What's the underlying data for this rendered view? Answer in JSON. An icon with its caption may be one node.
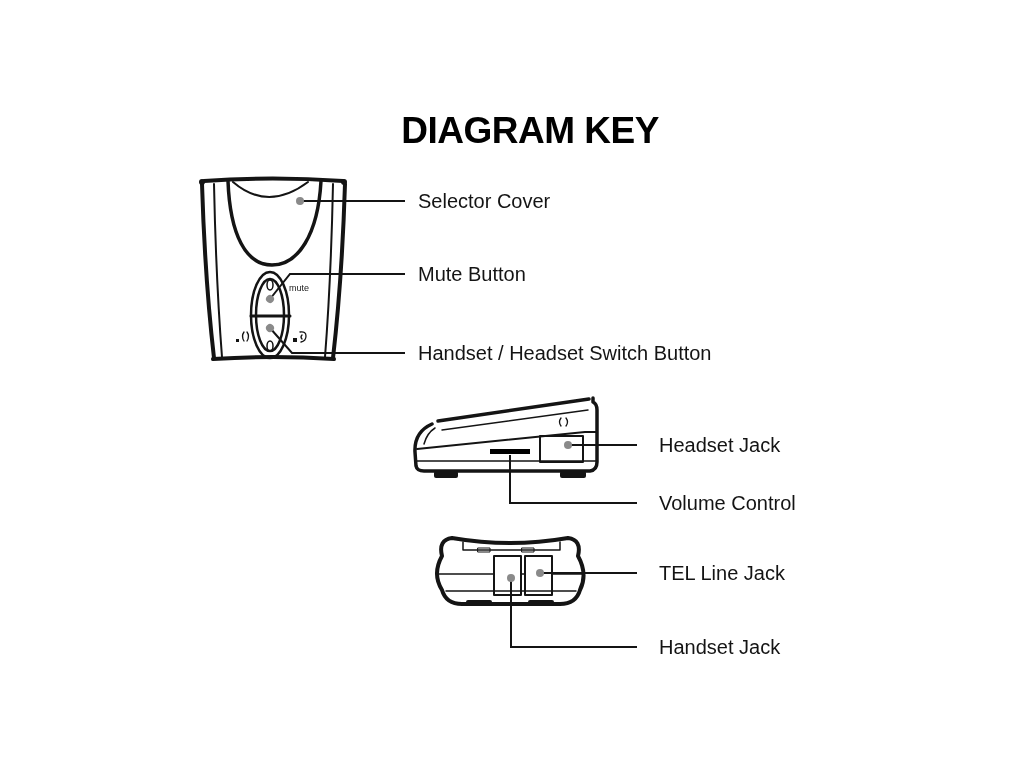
{
  "diagram": {
    "title": "DIAGRAM KEY",
    "nodes": [
      {
        "text": [
          "Selector Cover"
        ]
      },
      {
        "text": [
          "Mute Button"
        ]
      },
      {
        "text": [
          "Handset / Headset Switch Button"
        ]
      },
      {
        "text": [
          "Headset Jack"
        ]
      },
      {
        "text": [
          "Volume Control"
        ]
      },
      {
        "text": [
          "TEL Line Jack"
        ]
      },
      {
        "text": [
          "Handset Jack"
        ]
      }
    ],
    "edges": [
      {
        "from": 0,
        "to": null,
        "arrow": "other"
      },
      {
        "from": 1,
        "to": null,
        "arrow": "other"
      },
      {
        "from": 2,
        "to": null,
        "arrow": "other"
      },
      {
        "from": 3,
        "to": null,
        "arrow": "other"
      },
      {
        "from": 4,
        "to": null,
        "arrow": "none"
      },
      {
        "from": 5,
        "to": null,
        "arrow": "other"
      },
      {
        "from": 6,
        "to": null,
        "arrow": "other"
      }
    ],
    "labels": [
      "mute"
    ]
  }
}
